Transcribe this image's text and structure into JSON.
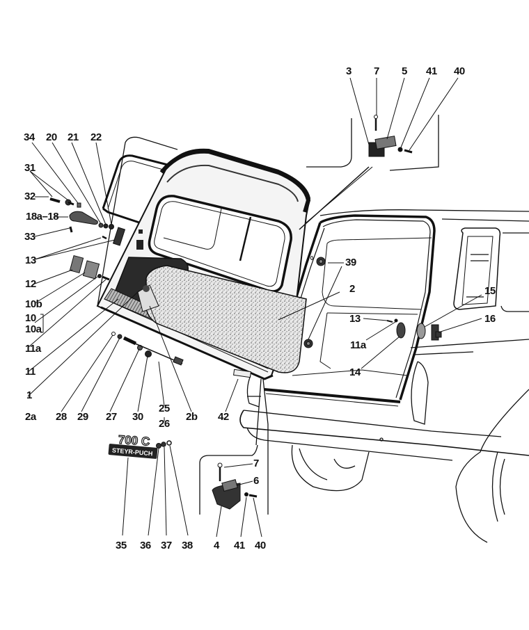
{
  "diagram": {
    "title": "Tailgate / rear door exploded parts view",
    "emblem": {
      "model_text": "700 C",
      "brand_text": "STEYR-PUCH"
    },
    "callouts": [
      {
        "id": "34",
        "text": "34"
      },
      {
        "id": "20",
        "text": "20"
      },
      {
        "id": "21",
        "text": "21"
      },
      {
        "id": "22",
        "text": "22"
      },
      {
        "id": "31",
        "text": "31"
      },
      {
        "id": "32",
        "text": "32"
      },
      {
        "id": "18a-18",
        "text": "18a–18"
      },
      {
        "id": "33",
        "text": "33"
      },
      {
        "id": "13-left",
        "text": "13"
      },
      {
        "id": "12",
        "text": "12"
      },
      {
        "id": "10b",
        "text": "10b"
      },
      {
        "id": "10",
        "text": "10"
      },
      {
        "id": "10a",
        "text": "10a"
      },
      {
        "id": "11a-left",
        "text": "11a"
      },
      {
        "id": "11",
        "text": "11"
      },
      {
        "id": "1",
        "text": "1"
      },
      {
        "id": "2a",
        "text": "2a"
      },
      {
        "id": "28",
        "text": "28"
      },
      {
        "id": "29",
        "text": "29"
      },
      {
        "id": "27",
        "text": "27"
      },
      {
        "id": "30",
        "text": "30"
      },
      {
        "id": "25",
        "text": "25"
      },
      {
        "id": "26",
        "text": "26"
      },
      {
        "id": "2b",
        "text": "2b"
      },
      {
        "id": "42",
        "text": "42"
      },
      {
        "id": "3",
        "text": "3"
      },
      {
        "id": "7-top",
        "text": "7"
      },
      {
        "id": "5",
        "text": "5"
      },
      {
        "id": "41-top",
        "text": "41"
      },
      {
        "id": "40-top",
        "text": "40"
      },
      {
        "id": "39",
        "text": "39"
      },
      {
        "id": "2",
        "text": "2"
      },
      {
        "id": "13-right",
        "text": "13"
      },
      {
        "id": "11a-right",
        "text": "11a"
      },
      {
        "id": "14",
        "text": "14"
      },
      {
        "id": "15",
        "text": "15"
      },
      {
        "id": "16",
        "text": "16"
      },
      {
        "id": "35",
        "text": "35"
      },
      {
        "id": "36",
        "text": "36"
      },
      {
        "id": "37",
        "text": "37"
      },
      {
        "id": "38",
        "text": "38"
      },
      {
        "id": "7-bottom",
        "text": "7"
      },
      {
        "id": "6",
        "text": "6"
      },
      {
        "id": "4",
        "text": "4"
      },
      {
        "id": "41-bottom",
        "text": "41"
      },
      {
        "id": "40-bottom",
        "text": "40"
      }
    ]
  }
}
